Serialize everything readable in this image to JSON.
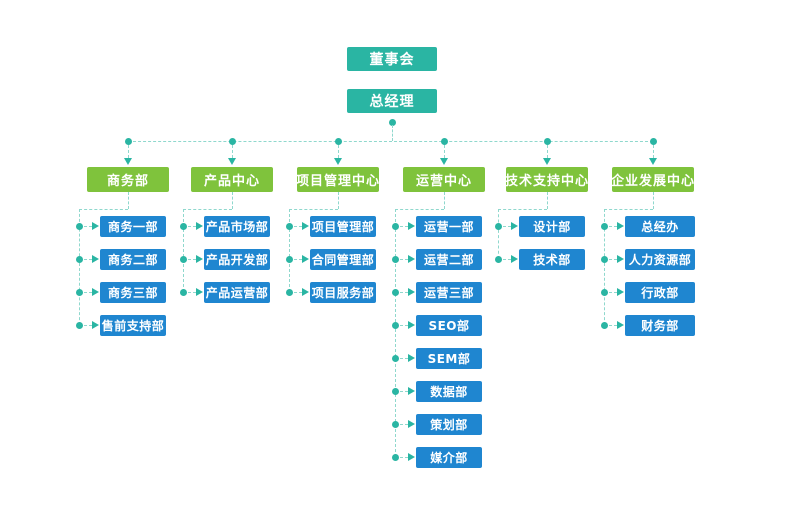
{
  "colors": {
    "teal": "#2ab5a3",
    "green": "#7fc33c",
    "blue": "#1f86d0",
    "line": "#8fd8cd",
    "text": "#ffffff",
    "background": "#ffffff"
  },
  "tree": {
    "root": {
      "label": "董事会"
    },
    "general_manager": {
      "label": "总经理"
    },
    "departments": [
      {
        "label": "商务部",
        "children": [
          "商务一部",
          "商务二部",
          "商务三部",
          "售前支持部"
        ]
      },
      {
        "label": "产品中心",
        "children": [
          "产品市场部",
          "产品开发部",
          "产品运营部"
        ]
      },
      {
        "label": "项目管理中心",
        "children": [
          "项目管理部",
          "合同管理部",
          "项目服务部"
        ]
      },
      {
        "label": "运营中心",
        "children": [
          "运营一部",
          "运营二部",
          "运营三部",
          "SEO部",
          "SEM部",
          "数据部",
          "策划部",
          "媒介部"
        ]
      },
      {
        "label": "技术支持中心",
        "children": [
          "设计部",
          "技术部"
        ]
      },
      {
        "label": "企业发展中心",
        "children": [
          "总经办",
          "人力资源部",
          "行政部",
          "财务部"
        ]
      }
    ]
  }
}
